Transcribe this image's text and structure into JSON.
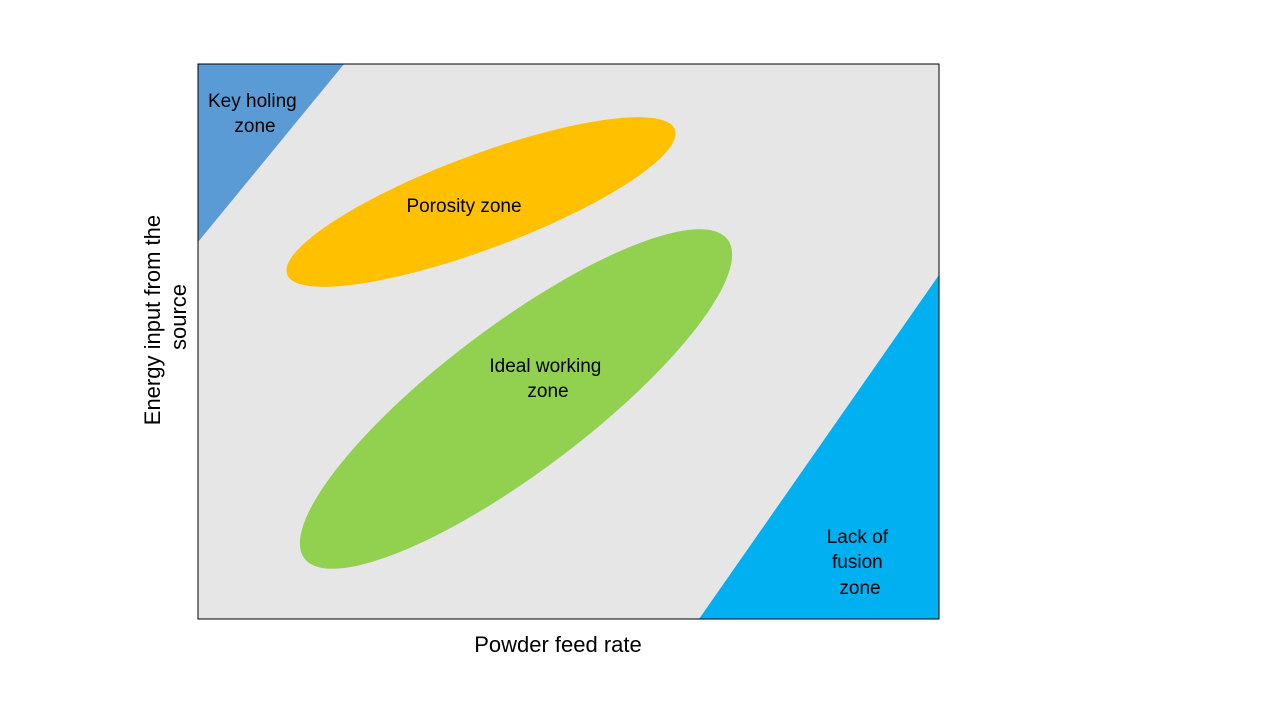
{
  "diagram": {
    "x_axis_label": "Powder feed rate",
    "y_axis_label_lines": [
      "Energy input from the",
      "source"
    ],
    "background_color": "#e7e6e6",
    "zones": {
      "key_holing": {
        "label_lines": [
          "Key holing",
          "zone"
        ],
        "color": "#5b9bd5"
      },
      "porosity": {
        "label_lines": [
          "Porosity zone"
        ],
        "color": "#ffc000"
      },
      "ideal": {
        "label_lines": [
          "Ideal working",
          "zone"
        ],
        "color": "#92d050"
      },
      "lack_of_fusion": {
        "label_lines": [
          "Lack of",
          "fusion",
          "zone"
        ],
        "color": "#00b0f0"
      }
    }
  }
}
